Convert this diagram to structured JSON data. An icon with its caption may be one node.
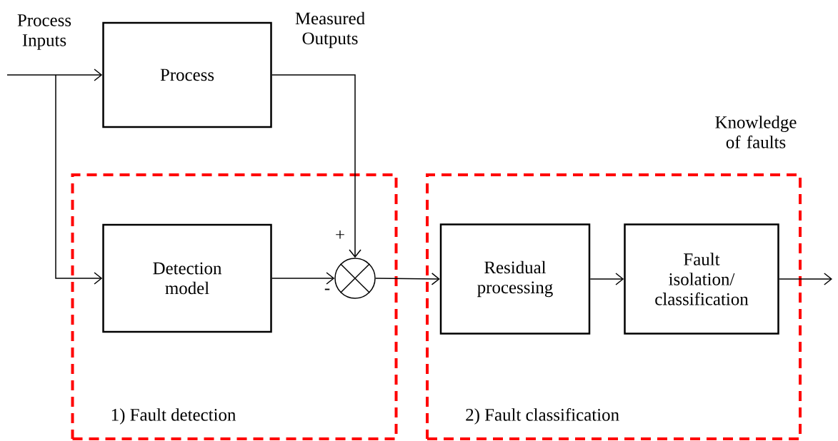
{
  "diagram": {
    "nodes": [
      {
        "text": [
          "1) Fault detection"
        ]
      },
      {
        "text": [
          "2) Fault classification"
        ]
      },
      {
        "text": [
          "Process"
        ]
      },
      {
        "text": [
          "Detection model"
        ],
        "in": 0
      },
      {
        "text": [],
        "shape": "circle",
        "in": 0,
        "beside": [
          "+",
          "-"
        ]
      },
      {
        "text": [
          "Residual processing"
        ],
        "in": 1
      },
      {
        "text": [
          "Fault isolation/ classification"
        ],
        "in": 1
      }
    ],
    "edges": [
      {
        "from": null,
        "to": 2,
        "arrow": "to"
      },
      {
        "from": null,
        "to": 3,
        "arrow": "to"
      },
      {
        "from": 2,
        "to": 4,
        "arrow": "to"
      },
      {
        "from": 3,
        "to": 4,
        "arrow": "to"
      },
      {
        "from": 4,
        "to": 5,
        "arrow": "to"
      },
      {
        "from": 5,
        "to": 6,
        "arrow": "to"
      },
      {
        "from": 6,
        "to": null,
        "arrow": "to"
      }
    ],
    "labels": [
      "Process Inputs",
      "Measured Outputs",
      "Knowledge of faults"
    ]
  }
}
